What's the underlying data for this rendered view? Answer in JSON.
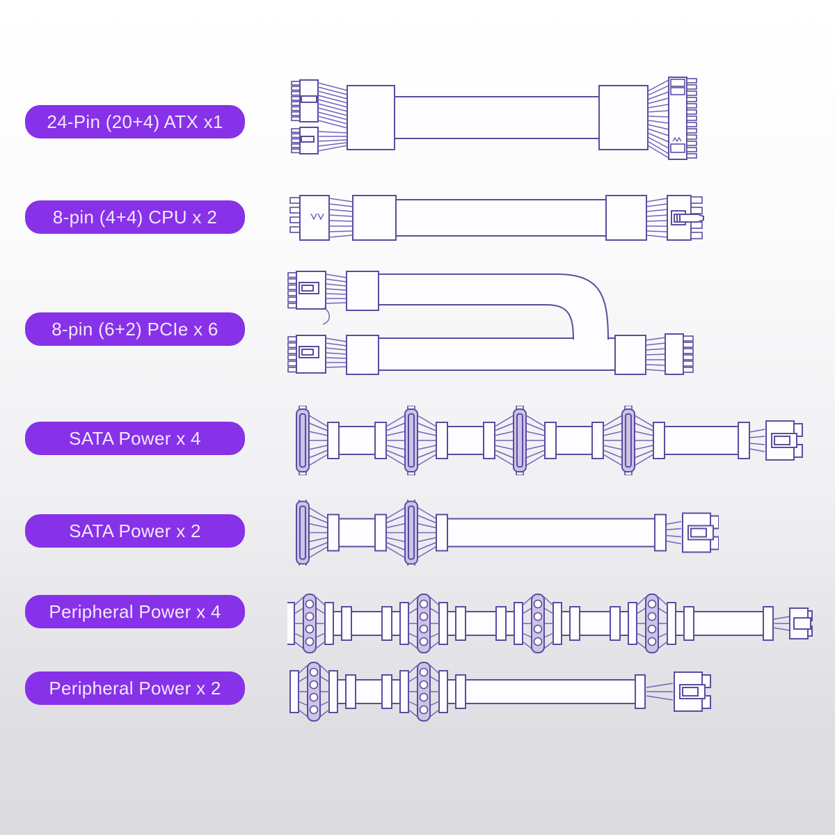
{
  "colors": {
    "label_background": "#8731e8",
    "label_text": "#f2e7fe",
    "line_art_stroke": "#5a4c9f",
    "line_art_wire": "#7263bd",
    "connector_fill": "#cdc3e8",
    "background_top": "#ffffff",
    "background_bottom": "#dcdce0"
  },
  "rows": [
    {
      "label": "24-Pin (20+4) ATX x1",
      "illustration": "atx-24pin-cable"
    },
    {
      "label": "8-pin (4+4) CPU x 2",
      "illustration": "cpu-8pin-cable"
    },
    {
      "label": "8-pin (6+2) PCIe x 6",
      "illustration": "pcie-8pin-cable"
    },
    {
      "label": "SATA Power x 4",
      "illustration": "sata-power-4-cable"
    },
    {
      "label": "SATA Power x 2",
      "illustration": "sata-power-2-cable"
    },
    {
      "label": "Peripheral Power x 4",
      "illustration": "peripheral-power-4-cable"
    },
    {
      "label": "Peripheral Power x 2",
      "illustration": "peripheral-power-2-cable"
    }
  ]
}
